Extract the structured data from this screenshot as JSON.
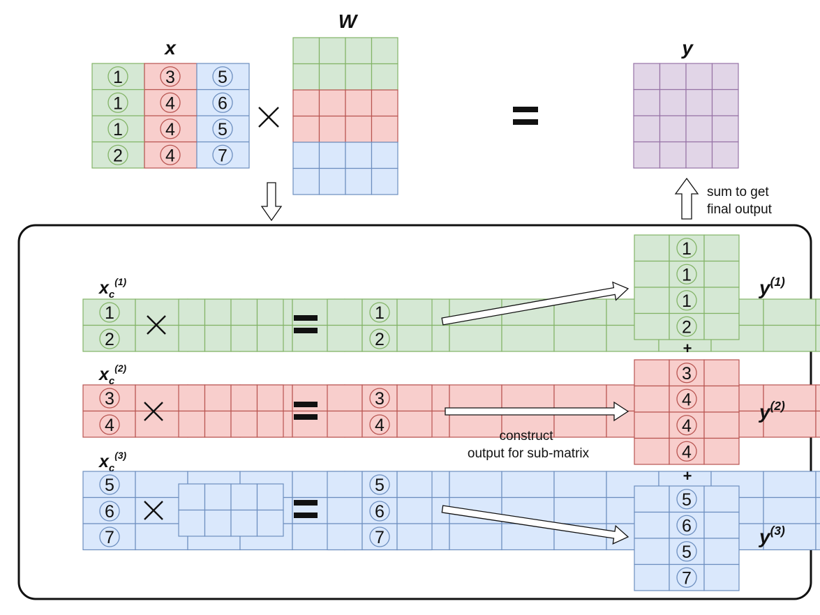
{
  "labels": {
    "x": "x",
    "W": "W",
    "y": "y",
    "times": "×",
    "equals": "=",
    "sum_line1": "sum to get",
    "sum_line2": "final output",
    "construct_line1": "construct",
    "construct_line2": "output for sub-matrix",
    "plus": "+",
    "xc_base": "x",
    "xc_sub": "c",
    "y_base": "y",
    "sup1": "(1)",
    "sup2": "(2)",
    "sup3": "(3)"
  },
  "colors": {
    "green_fill": "#d5e8d4",
    "green_stroke": "#82b366",
    "red_fill": "#f8cecc",
    "red_stroke": "#b85450",
    "blue_fill": "#dae8fc",
    "blue_stroke": "#6c8ebf",
    "purple_fill": "#e1d5e7",
    "purple_stroke": "#9673a6"
  },
  "x_matrix": {
    "col1": [
      "1",
      "1",
      "1",
      "2"
    ],
    "col2": [
      "3",
      "4",
      "4",
      "4"
    ],
    "col3": [
      "5",
      "6",
      "5",
      "7"
    ]
  },
  "sub_inputs": {
    "xc1": [
      "1",
      "2"
    ],
    "xc2": [
      "3",
      "4"
    ],
    "xc3": [
      "5",
      "6",
      "7"
    ]
  },
  "sub_results": {
    "r1": [
      "1",
      "2"
    ],
    "r2": [
      "3",
      "4"
    ],
    "r3": [
      "5",
      "6",
      "7"
    ]
  },
  "y_parts": {
    "y1": [
      "1",
      "1",
      "1",
      "2"
    ],
    "y2": [
      "3",
      "4",
      "4",
      "4"
    ],
    "y3": [
      "5",
      "6",
      "5",
      "7"
    ]
  }
}
